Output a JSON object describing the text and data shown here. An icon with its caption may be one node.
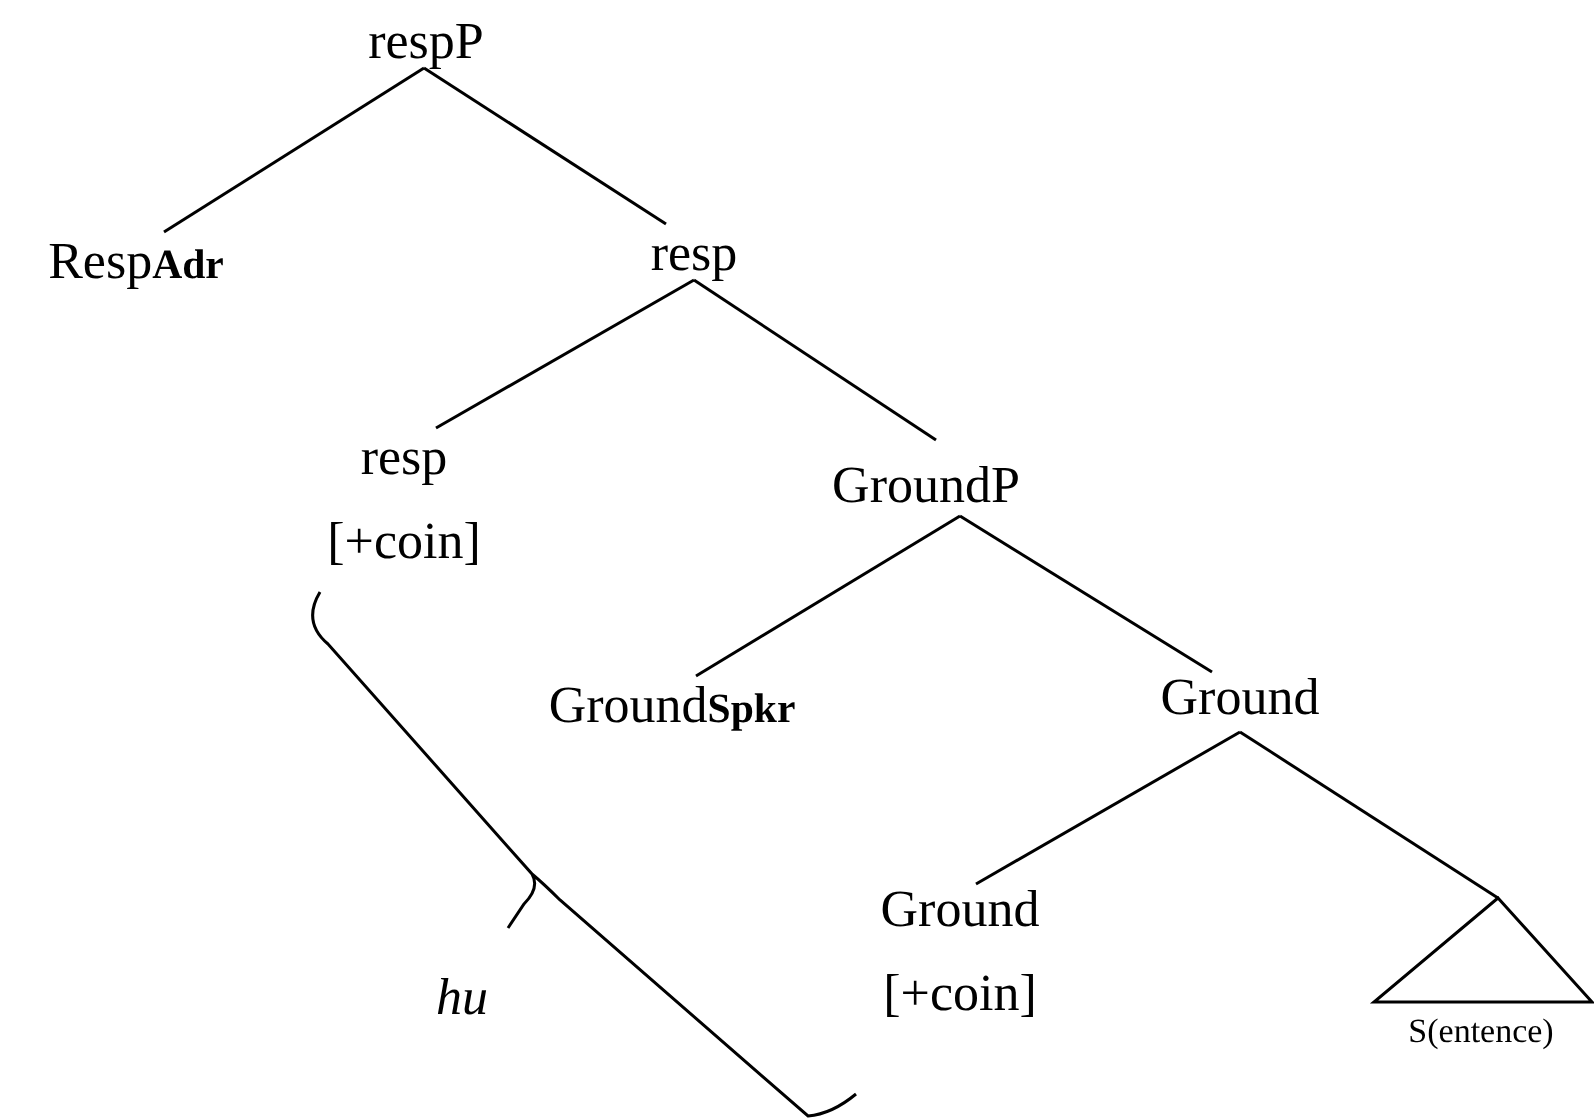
{
  "diagram": {
    "nodes": [
      {
        "text": [
          "respP"
        ]
      },
      {
        "text": [
          "Resp**Adr**"
        ]
      },
      {
        "text": [
          "resp"
        ]
      },
      {
        "text": [
          "resp",
          "[+coin]"
        ]
      },
      {
        "text": [
          "GroundP"
        ]
      },
      {
        "text": [
          "Ground**Spkr**"
        ]
      },
      {
        "text": [
          "Ground"
        ]
      },
      {
        "text": [
          "Ground",
          "[+coin]"
        ]
      },
      {
        "text": [],
        "shape": "triangle",
        "beside": [
          "S(entence)"
        ]
      }
    ],
    "edges": [
      {
        "from": 0,
        "to": 1,
        "arrow": "none"
      },
      {
        "from": 0,
        "to": 2,
        "arrow": "none"
      },
      {
        "from": 2,
        "to": 3,
        "arrow": "none"
      },
      {
        "from": 2,
        "to": 4,
        "arrow": "none"
      },
      {
        "from": 4,
        "to": 5,
        "arrow": "none"
      },
      {
        "from": 4,
        "to": 6,
        "arrow": "none"
      },
      {
        "from": 6,
        "to": 7,
        "arrow": "none"
      },
      {
        "from": 6,
        "to": 8,
        "arrow": "none"
      }
    ],
    "labels": [
      "hu"
    ]
  }
}
